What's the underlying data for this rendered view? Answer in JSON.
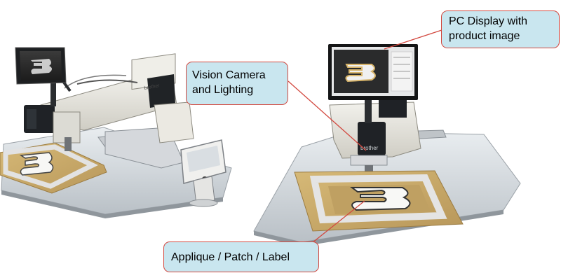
{
  "callouts": {
    "pc_display": {
      "line1": "PC Display with",
      "line2": "product image"
    },
    "vision_camera": {
      "line1": "Vision Camera",
      "line2": "and Lighting"
    },
    "applique": {
      "line1": "Applique / Patch / Label"
    }
  },
  "brand_marks": {
    "machine_left": "brother",
    "machine_right": "brother"
  },
  "colors": {
    "callout_fill": "#c9e6ef",
    "callout_border": "#d2483f",
    "leader_line": "#d2483f",
    "patch_tan": "#c9a96a",
    "frame_silver": "#d8d8d8"
  }
}
